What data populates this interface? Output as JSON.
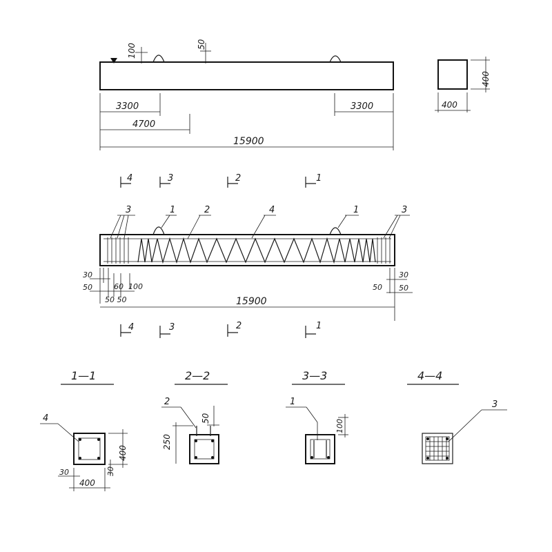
{
  "elevation": {
    "dim_100": "100",
    "dim_50": "50",
    "dim_left_3300": "3300",
    "dim_right_3300": "3300",
    "dim_4700": "4700",
    "dim_total": "15900"
  },
  "end_view": {
    "height": "400",
    "width": "400"
  },
  "section_marks_top": [
    "4",
    "3",
    "2",
    "1"
  ],
  "section_marks_bottom": [
    "4",
    "3",
    "2",
    "1"
  ],
  "reinforcement": {
    "callouts": [
      "3",
      "1",
      "2",
      "4",
      "1",
      "3"
    ],
    "dim_left_30": "30",
    "dim_left_50": "50",
    "dim_60": "60",
    "dim_100": "100",
    "dim_50_50": "50 50",
    "dim_right_50": "50",
    "dim_right_30": "30",
    "dim_right_50b": "50",
    "dim_total": "15900"
  },
  "sections": [
    {
      "title": "1—1",
      "callout": "4",
      "dim_h": "400",
      "dim_w": "400",
      "dim_30a": "30",
      "dim_30b": "30"
    },
    {
      "title": "2—2",
      "callout": "2",
      "dim_top": "50",
      "dim_side": "250"
    },
    {
      "title": "3—3",
      "callout": "1",
      "dim_top": "100"
    },
    {
      "title": "4—4",
      "callout": "3"
    }
  ]
}
